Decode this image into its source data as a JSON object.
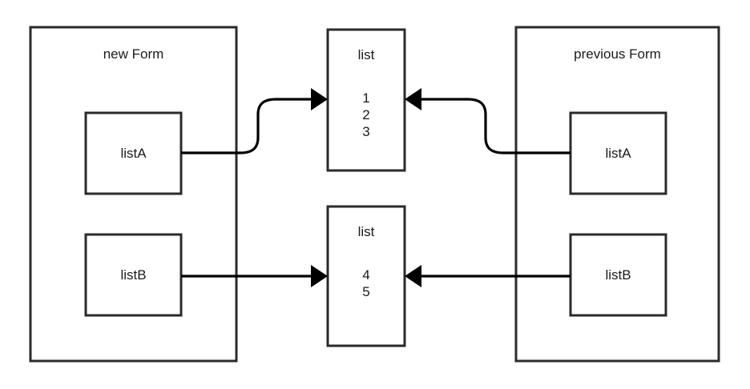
{
  "diagram": {
    "title_not_shown": "",
    "background_color": "#ffffff",
    "stroke_color": "#2b2b2b",
    "connector_color": "#000000",
    "text_color": "#1a1a1a"
  },
  "containers": [
    {
      "id": "new-form",
      "label": "new Form"
    },
    {
      "id": "previous-form",
      "label": "previous Form"
    }
  ],
  "new_form": {
    "title": "new Form",
    "fields": [
      {
        "id": "new-form-listA",
        "label": "listA"
      },
      {
        "id": "new-form-listB",
        "label": "listB"
      }
    ]
  },
  "previous_form": {
    "title": "previous Form",
    "fields": [
      {
        "id": "previous-form-listA",
        "label": "listA"
      },
      {
        "id": "previous-form-listB",
        "label": "listB"
      }
    ]
  },
  "lists": [
    {
      "id": "list-top",
      "title": "list",
      "values": [
        "1",
        "2",
        "3"
      ],
      "values_text": "1\n2\n3"
    },
    {
      "id": "list-bottom",
      "title": "list",
      "values": [
        "4",
        "5"
      ],
      "values_text": "4\n5"
    }
  ],
  "connections": [
    {
      "from": "new-form-listA",
      "to": "list-top",
      "style": "curved",
      "arrow": "to-list"
    },
    {
      "from": "previous-form-listA",
      "to": "list-top",
      "style": "curved",
      "arrow": "to-list"
    },
    {
      "from": "new-form-listB",
      "to": "list-bottom",
      "style": "straight",
      "arrow": "to-list"
    },
    {
      "from": "previous-form-listB",
      "to": "list-bottom",
      "style": "straight",
      "arrow": "to-list"
    }
  ]
}
